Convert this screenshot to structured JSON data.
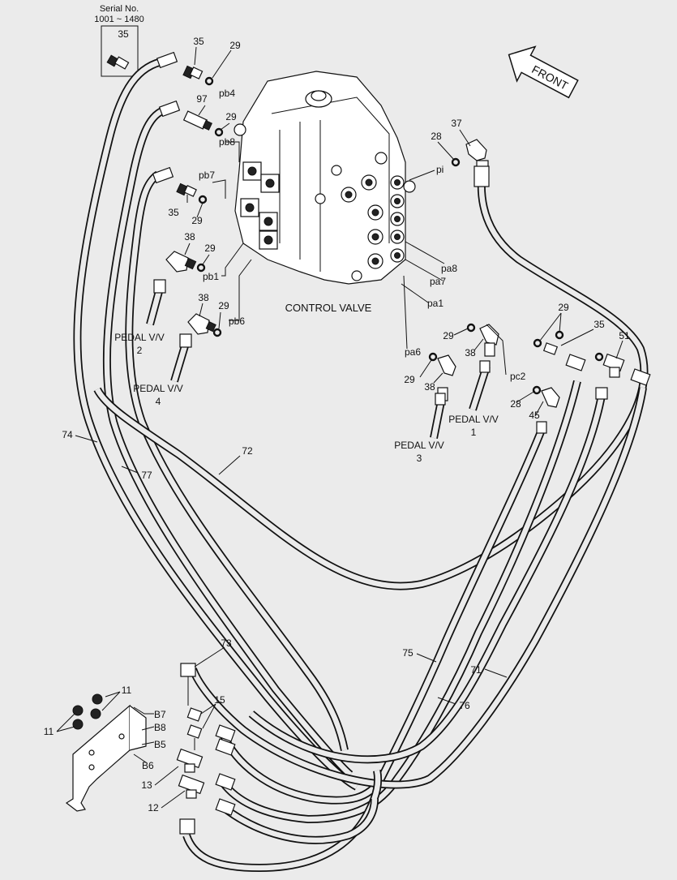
{
  "serial": {
    "title": "Serial No.",
    "range": "1001 ~ 1480",
    "part": "35"
  },
  "front_label": "FRONT",
  "control_valve_label": "CONTROL VALVE",
  "pedals": [
    {
      "line1": "PEDAL V/V",
      "line2": "2"
    },
    {
      "line1": "PEDAL V/V",
      "line2": "4"
    },
    {
      "line1": "PEDAL V/V",
      "line2": "1"
    },
    {
      "line1": "PEDAL V/V",
      "line2": "3"
    }
  ],
  "ports": [
    "pb4",
    "pb8",
    "pb7",
    "pb1",
    "pb6",
    "pi",
    "pa8",
    "pa7",
    "pa1",
    "pa6",
    "pc2",
    "B7",
    "B8",
    "B5",
    "B6"
  ],
  "part_numbers": {
    "p35a": "35",
    "p29a": "29",
    "p97": "97",
    "p29b": "29",
    "p35b": "35",
    "p29c": "29",
    "p38a": "38",
    "p29d": "29",
    "p38b": "38",
    "p29e": "29",
    "p37": "37",
    "p28a": "28",
    "p29f": "29",
    "p35c": "35",
    "p51": "51",
    "p29g": "29",
    "p38c": "38",
    "p29h": "29",
    "p38d": "38",
    "p28b": "28",
    "p45": "45",
    "p74": "74",
    "p77": "77",
    "p72": "72",
    "p75": "75",
    "p76": "76",
    "p71": "71",
    "p73": "73",
    "p15": "15",
    "p11a": "11",
    "p11b": "11",
    "p13": "13",
    "p12": "12"
  }
}
